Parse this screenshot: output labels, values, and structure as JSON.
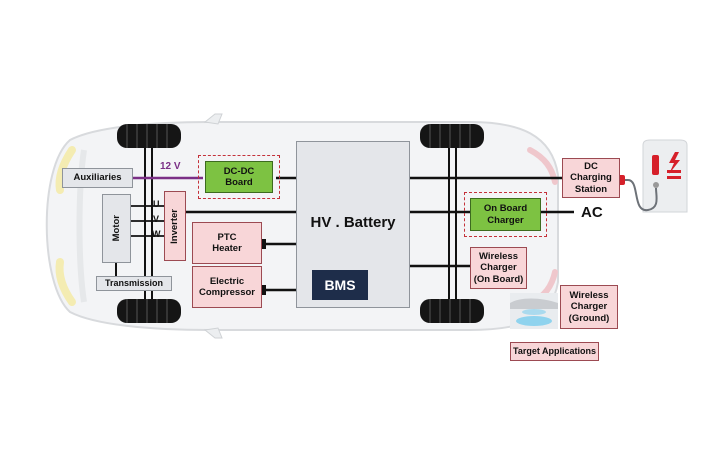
{
  "labels": {
    "auxiliaries": "Auxiliaries",
    "voltage_12v": "12 V",
    "dcdc_board": "DC-DC Board",
    "hv_battery": "HV . Battery",
    "bms": "BMS",
    "motor": "Motor",
    "inverter": "Inverter",
    "phase_u": "U",
    "phase_v": "V",
    "phase_w": "W",
    "transmission": "Transmission",
    "ptc_heater": "PTC Heater",
    "electric_compressor": "Electric Compressor",
    "on_board_charger": "On Board Charger",
    "ac": "AC",
    "dc_charging_station": "DC Charging Station",
    "wireless_charger_on_board": "Wireless Charger (On Board)",
    "wireless_charger_ground": "Wireless Charger (Ground)",
    "target_applications": "Target Applications"
  },
  "colors": {
    "line": "#111111",
    "line_12v": "#7b2f86",
    "target_fill": "#f8d6d8",
    "target_border": "#9c4a52",
    "highlight_fill": "#7dc242",
    "highlight_dash": "#c4313a",
    "bms_fill": "#1e2d4a",
    "charger_accent": "#d6202a"
  }
}
